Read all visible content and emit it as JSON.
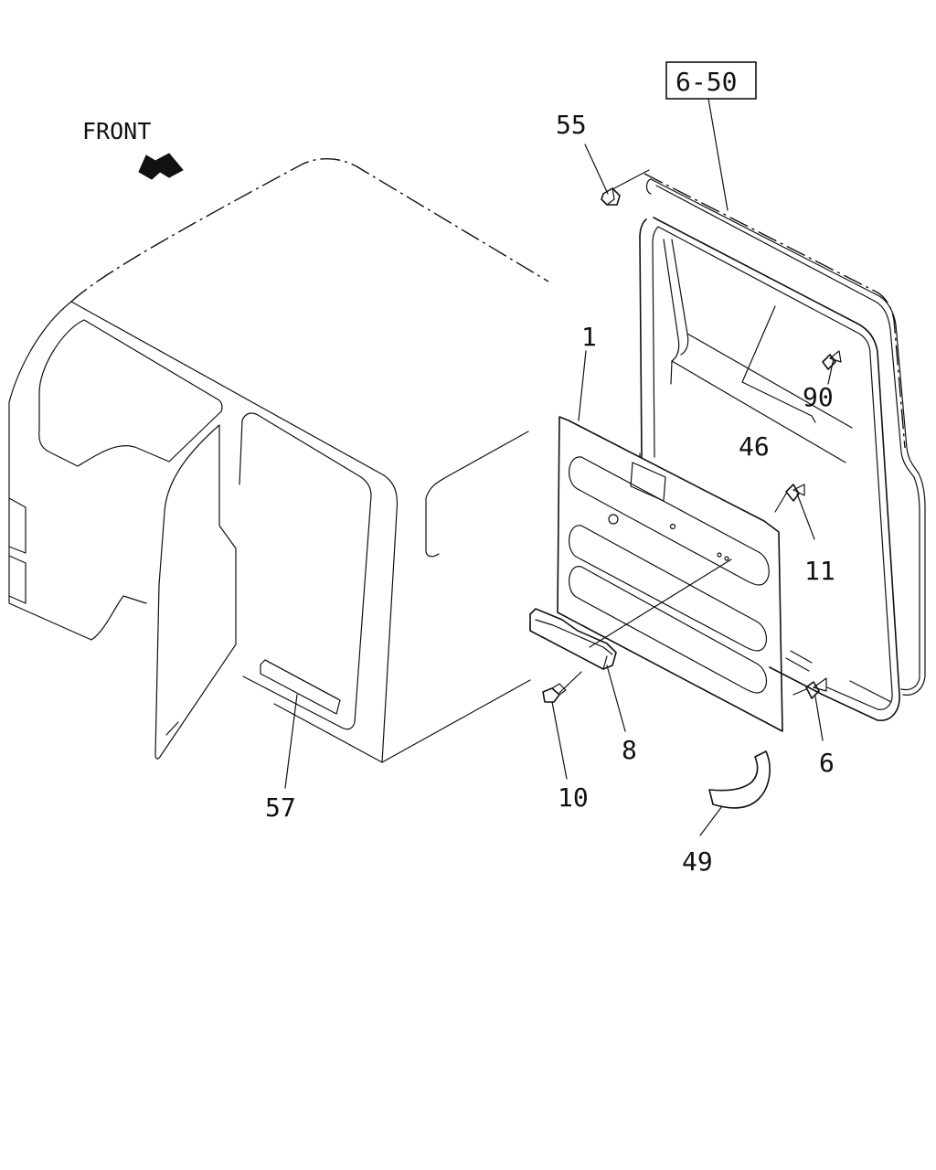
{
  "direction_label": "FRONT",
  "reference_box": "6-50",
  "part_labels": {
    "p1": "1",
    "p6": "6",
    "p8": "8",
    "p10": "10",
    "p11": "11",
    "p46": "46",
    "p49": "49",
    "p55": "55",
    "p57": "57",
    "p90": "90"
  },
  "icons": [
    "front-arrow-icon"
  ],
  "colors": {
    "ink": "#111111",
    "paper": "#ffffff"
  }
}
